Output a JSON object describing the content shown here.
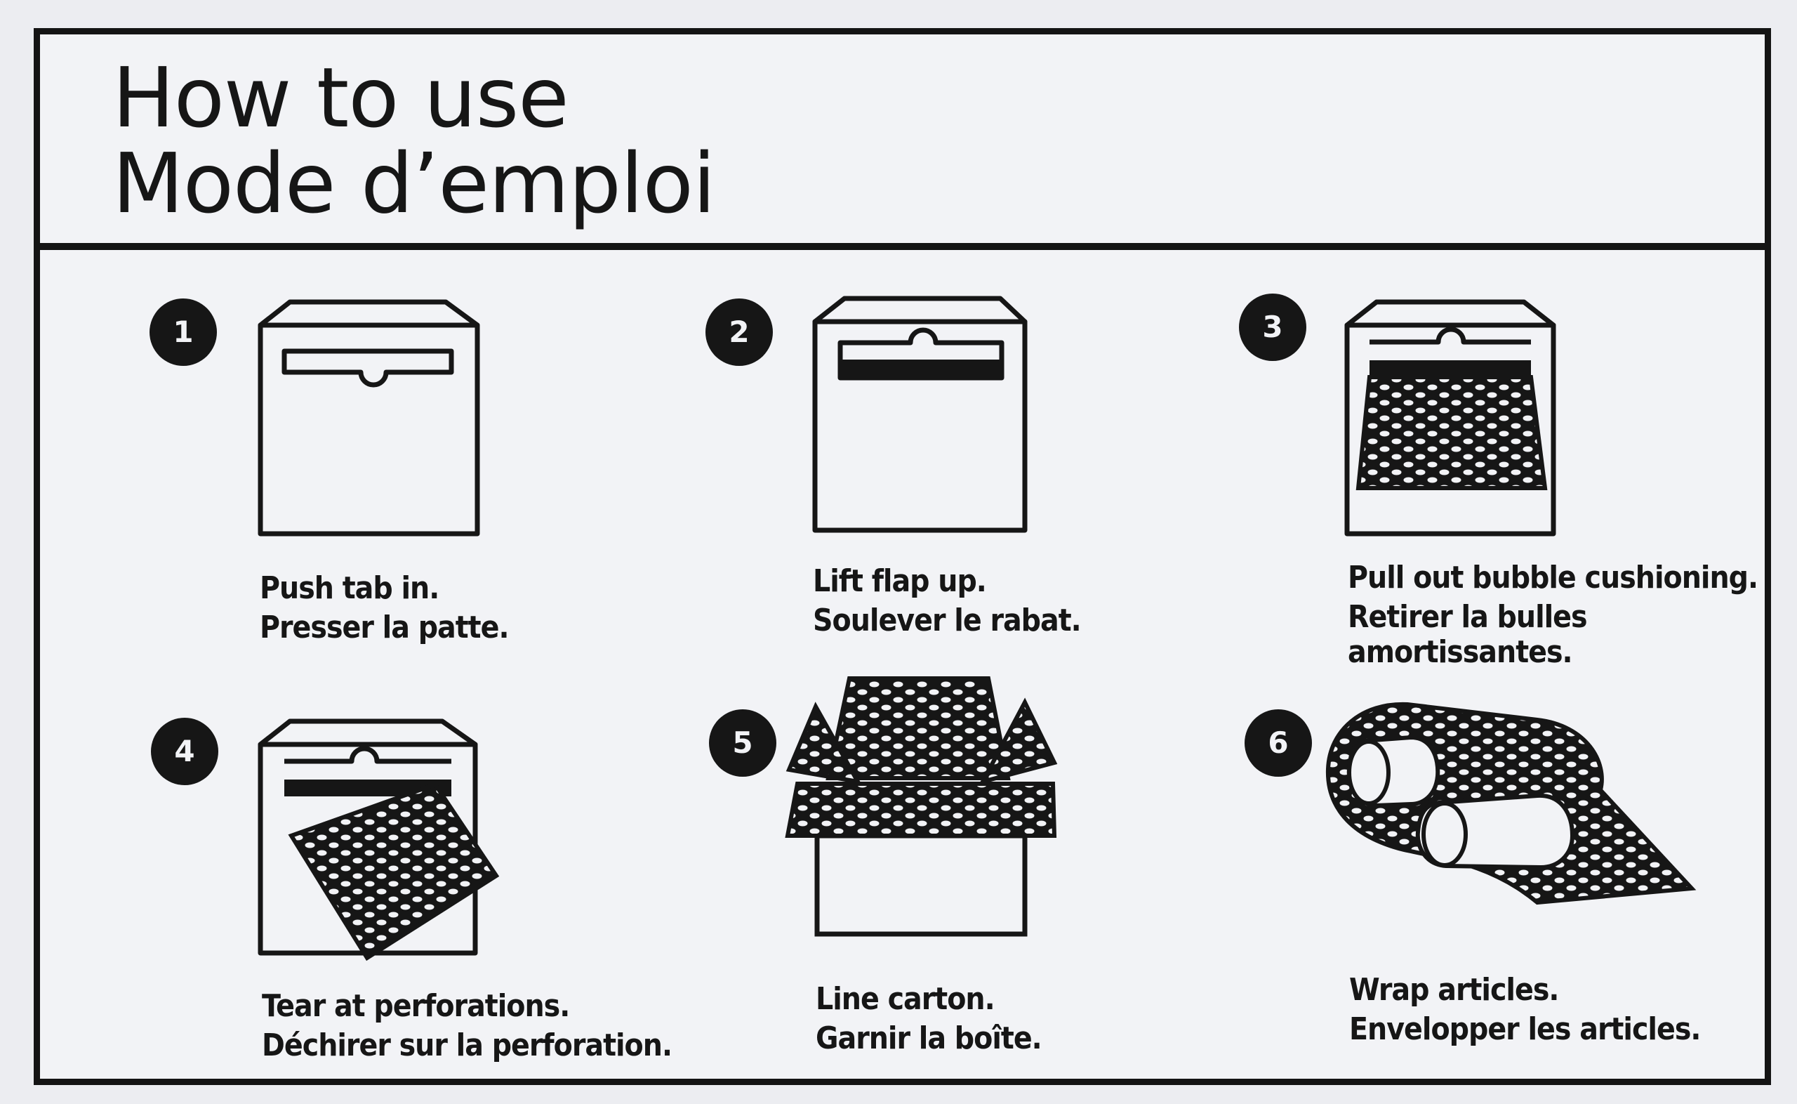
{
  "title": {
    "line1": "How to use",
    "line2": "Mode d’emploi"
  },
  "steps": [
    {
      "number": "1",
      "en": "Push tab in.",
      "fr": "Presser la patte.",
      "icon": "box-tab-icon"
    },
    {
      "number": "2",
      "en": "Lift flap up.",
      "fr": "Soulever le rabat.",
      "icon": "box-flap-open-icon"
    },
    {
      "number": "3",
      "en": "Pull out bubble cushioning.",
      "fr": "Retirer la bulles",
      "fr2": "amortissantes.",
      "icon": "box-bubble-icon"
    },
    {
      "number": "4",
      "en": "Tear at perforations.",
      "fr": "Déchirer sur la perforation.",
      "icon": "bubble-sheet-tear-icon"
    },
    {
      "number": "5",
      "en": "Line carton.",
      "fr": "Garnir la boîte.",
      "icon": "lined-carton-icon"
    },
    {
      "number": "6",
      "en": "Wrap articles.",
      "fr": "Envelopper les articles.",
      "icon": "bubble-wrap-roll-icon"
    }
  ],
  "colors": {
    "ink": "#141414",
    "paper": "#f2f3f6"
  }
}
